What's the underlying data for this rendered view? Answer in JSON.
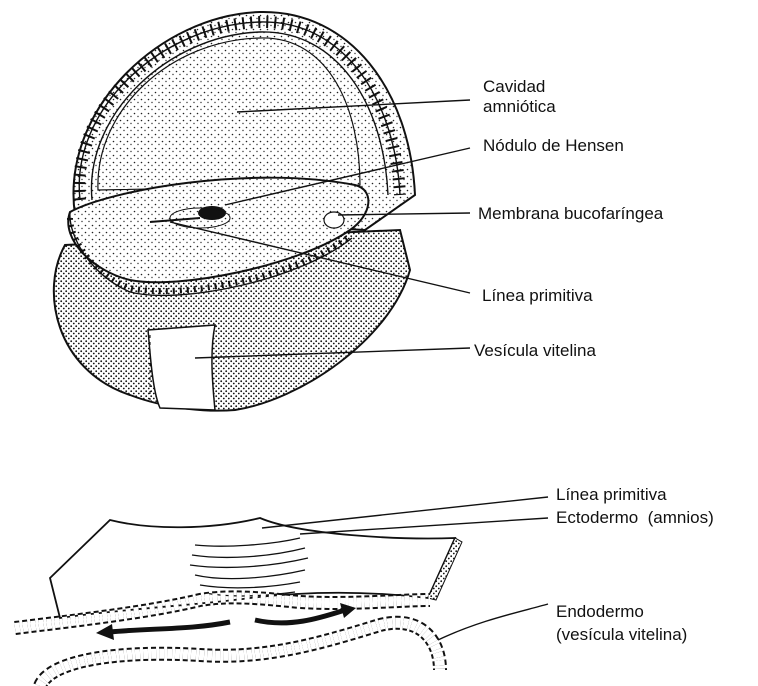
{
  "top_figure": {
    "labels": {
      "cavidad_line1": "Cavidad",
      "cavidad_line2": "amniótica",
      "nodulo": "Nódulo de Hensen",
      "membrana": "Membrana bucofaríngea",
      "linea": "Línea primitiva",
      "vesicula": "Vesícula vitelina"
    }
  },
  "bottom_figure": {
    "labels": {
      "linea": "Línea primitiva",
      "ectodermo": "Ectodermo  (amnios)",
      "endodermo_line1": "Endodermo",
      "endodermo_line2": "(vesícula vitelina)"
    }
  }
}
